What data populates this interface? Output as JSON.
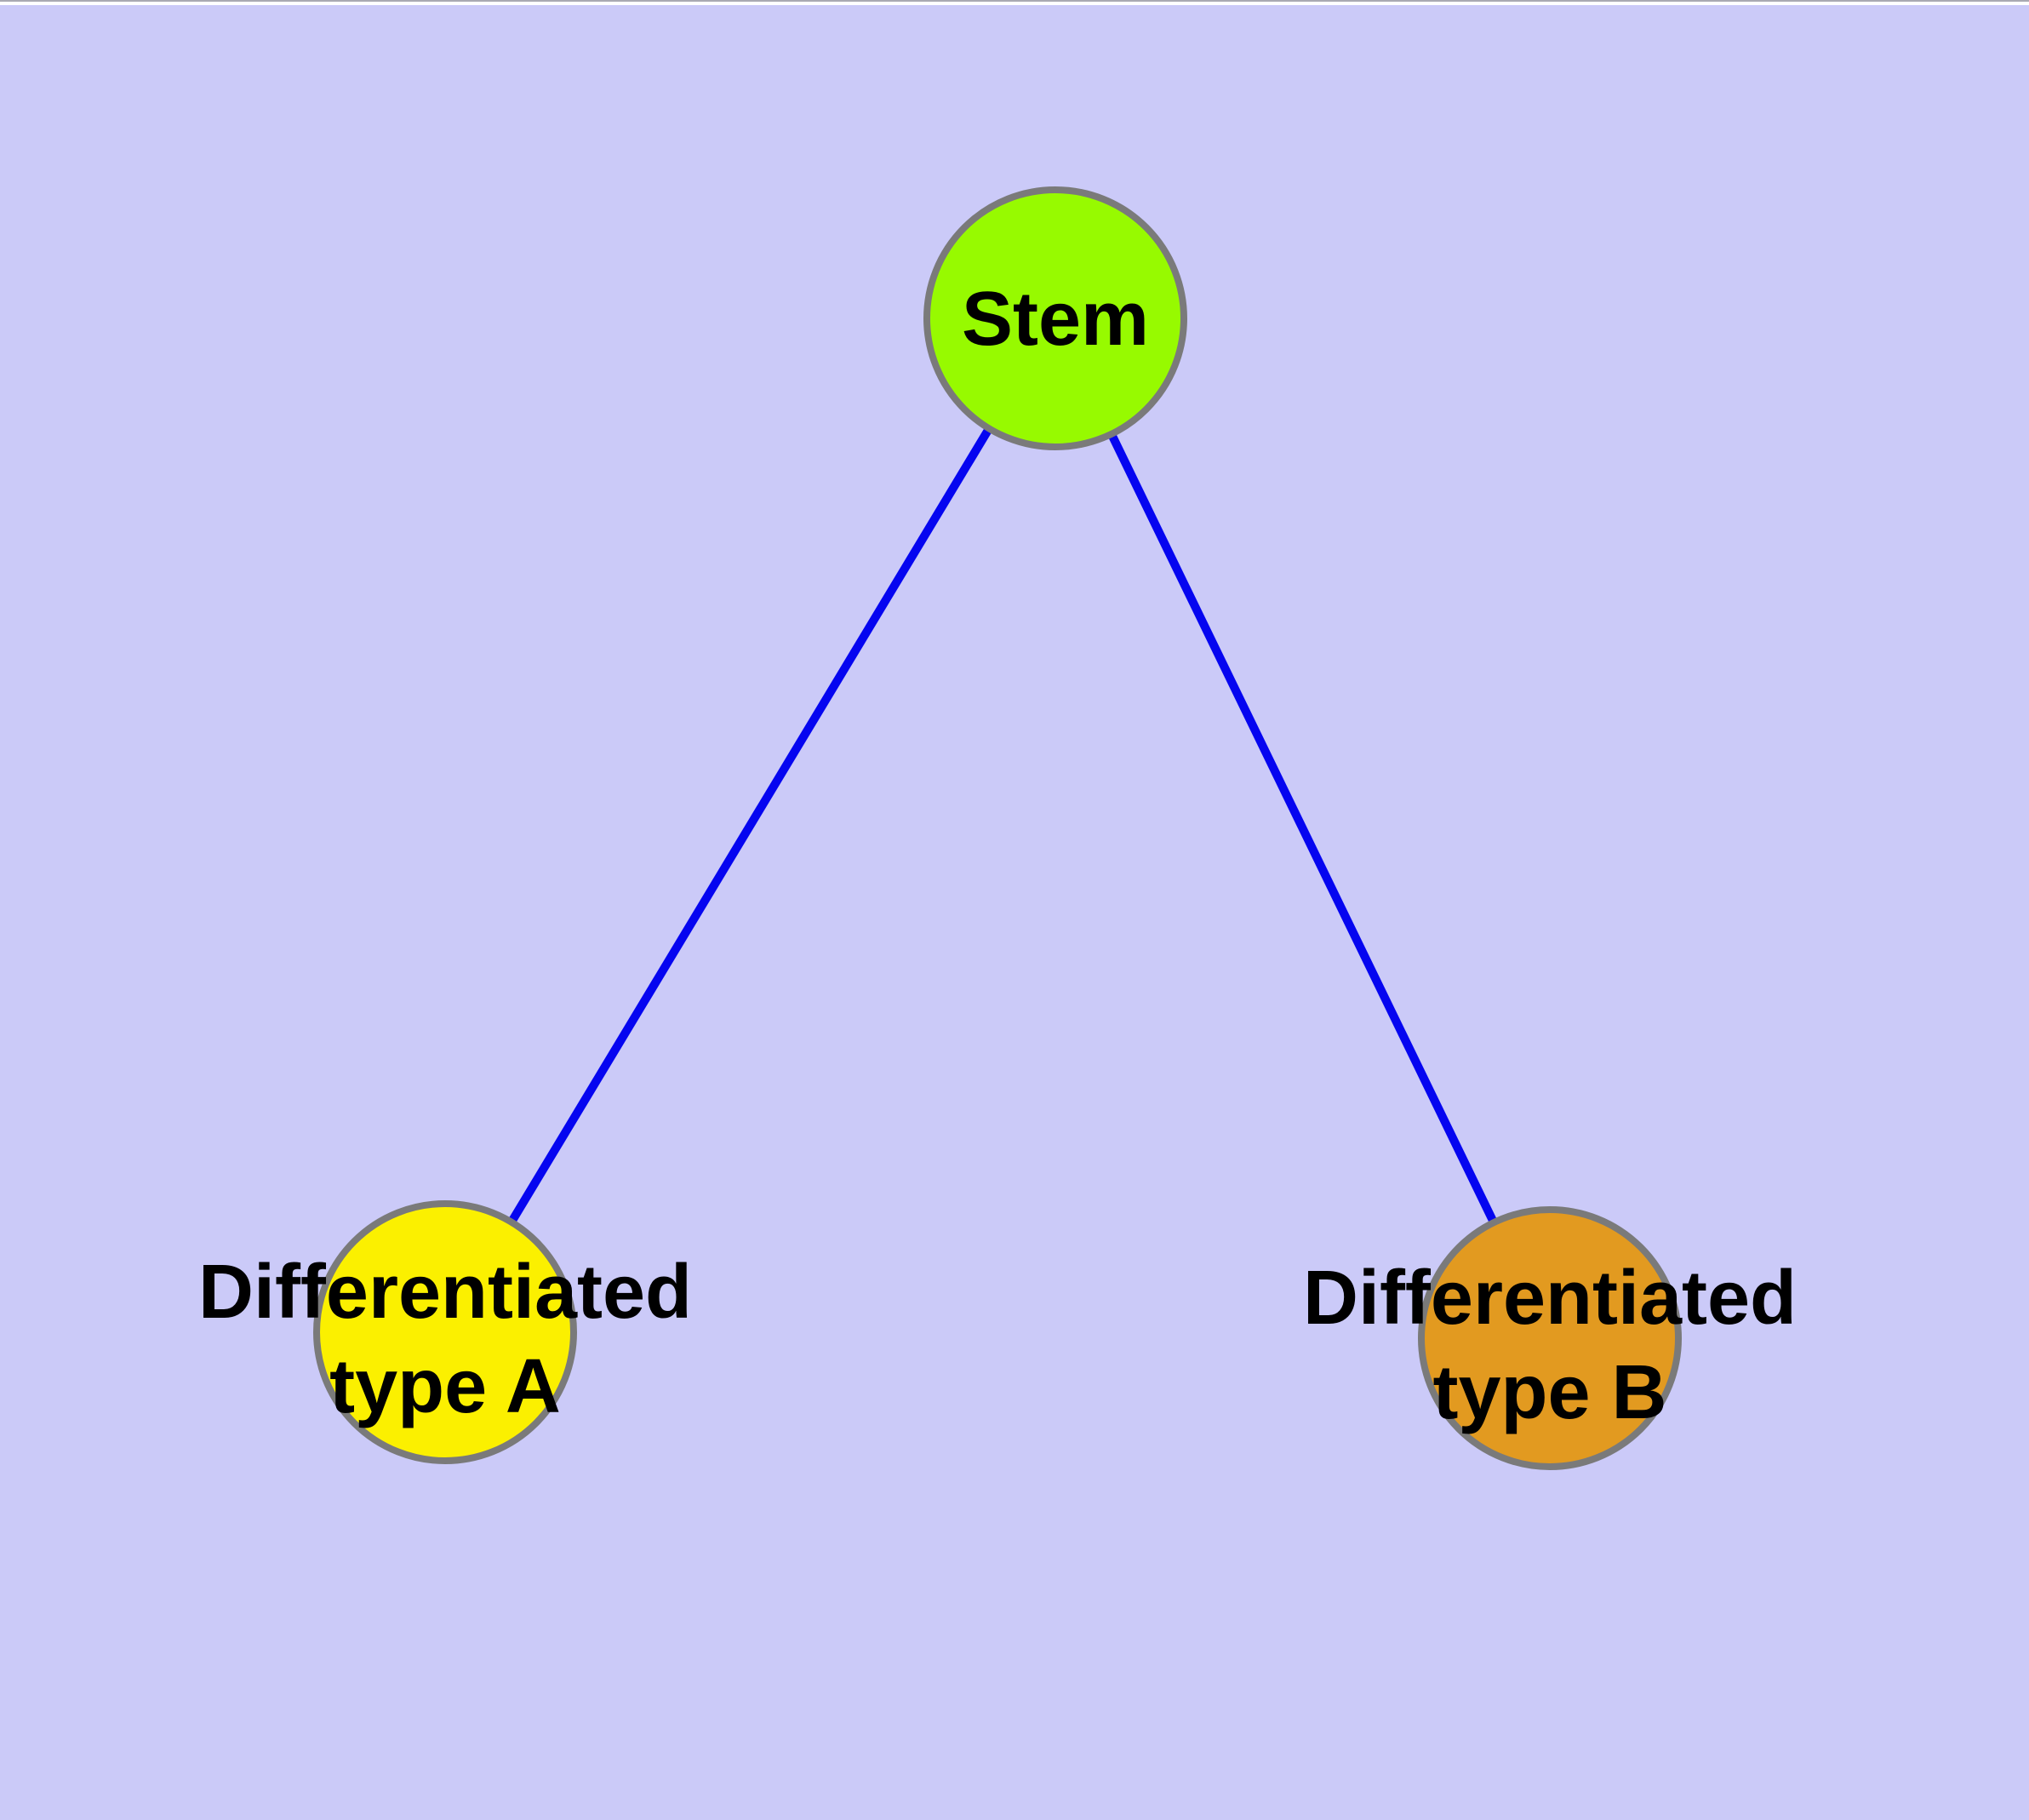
{
  "canvas": {
    "background_color": "#CBCAF8",
    "top_strip_color": "#FFFFFF",
    "top_strip_line_color": "#A9A9B2"
  },
  "graph": {
    "edge_color": "#0505F0",
    "node_border_color": "#7A7A7A",
    "label_color": "#000000",
    "nodes": {
      "stem": {
        "label": "Stem",
        "fill": "#97FA00"
      },
      "type_a": {
        "label_line1": "Differentiated",
        "label_line2": "type A",
        "fill": "#FBF000"
      },
      "type_b": {
        "label_line1": "Differentiated",
        "label_line2": "type B",
        "fill": "#E29A20"
      }
    },
    "edges": [
      {
        "from": "Stem",
        "to": "Differentiated type A"
      },
      {
        "from": "Stem",
        "to": "Differentiated type B"
      }
    ]
  }
}
